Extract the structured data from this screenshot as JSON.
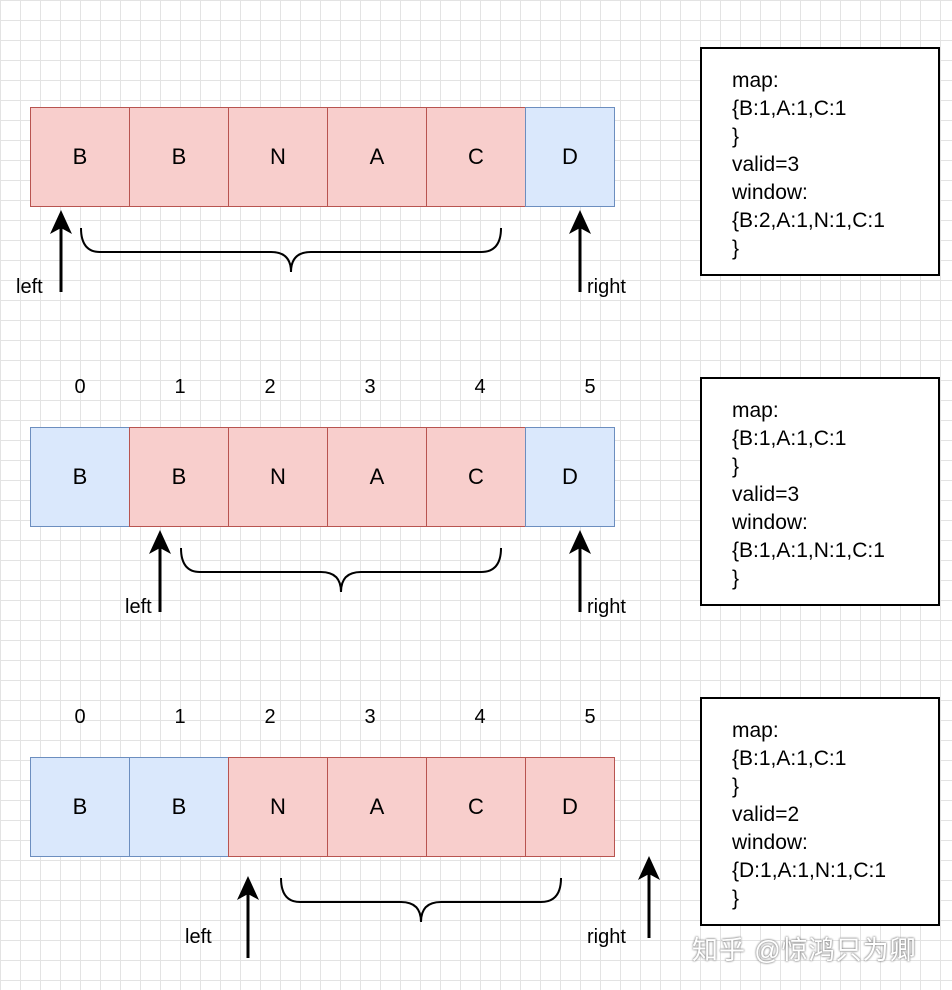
{
  "panels": [
    {
      "indices": [],
      "cells": [
        {
          "letter": "B",
          "color": "red"
        },
        {
          "letter": "B",
          "color": "red"
        },
        {
          "letter": "N",
          "color": "red"
        },
        {
          "letter": "A",
          "color": "red"
        },
        {
          "letter": "C",
          "color": "red"
        },
        {
          "letter": "D",
          "color": "blue"
        }
      ],
      "left_label": "left",
      "right_label": "right",
      "state": [
        "map:",
        "{B:1,A:1,C:1",
        "}",
        "valid=3",
        "window:",
        "{B:2,A:1,N:1,C:1",
        "}"
      ]
    },
    {
      "indices": [
        "0",
        "1",
        "2",
        "3",
        "4",
        "5"
      ],
      "cells": [
        {
          "letter": "B",
          "color": "blue"
        },
        {
          "letter": "B",
          "color": "red"
        },
        {
          "letter": "N",
          "color": "red"
        },
        {
          "letter": "A",
          "color": "red"
        },
        {
          "letter": "C",
          "color": "red"
        },
        {
          "letter": "D",
          "color": "blue"
        }
      ],
      "left_label": "left",
      "right_label": "right",
      "state": [
        "map:",
        "{B:1,A:1,C:1",
        "}",
        "valid=3",
        "window:",
        "{B:1,A:1,N:1,C:1",
        "}"
      ]
    },
    {
      "indices": [
        "0",
        "1",
        "2",
        "3",
        "4",
        "5"
      ],
      "cells": [
        {
          "letter": "B",
          "color": "blue"
        },
        {
          "letter": "B",
          "color": "blue"
        },
        {
          "letter": "N",
          "color": "red"
        },
        {
          "letter": "A",
          "color": "red"
        },
        {
          "letter": "C",
          "color": "red"
        },
        {
          "letter": "D",
          "color": "red"
        }
      ],
      "left_label": "left",
      "right_label": "right",
      "state": [
        "map:",
        "{B:1,A:1,C:1",
        "}",
        "valid=2",
        "window:",
        "{D:1,A:1,N:1,C:1",
        "}"
      ]
    }
  ],
  "watermark": "知乎 @惊鸿只为卿",
  "colors": {
    "in_window_fill": "#f8cecc",
    "in_window_border": "#b85450",
    "outside_fill": "#dae8fc",
    "outside_border": "#6c8ebf"
  }
}
